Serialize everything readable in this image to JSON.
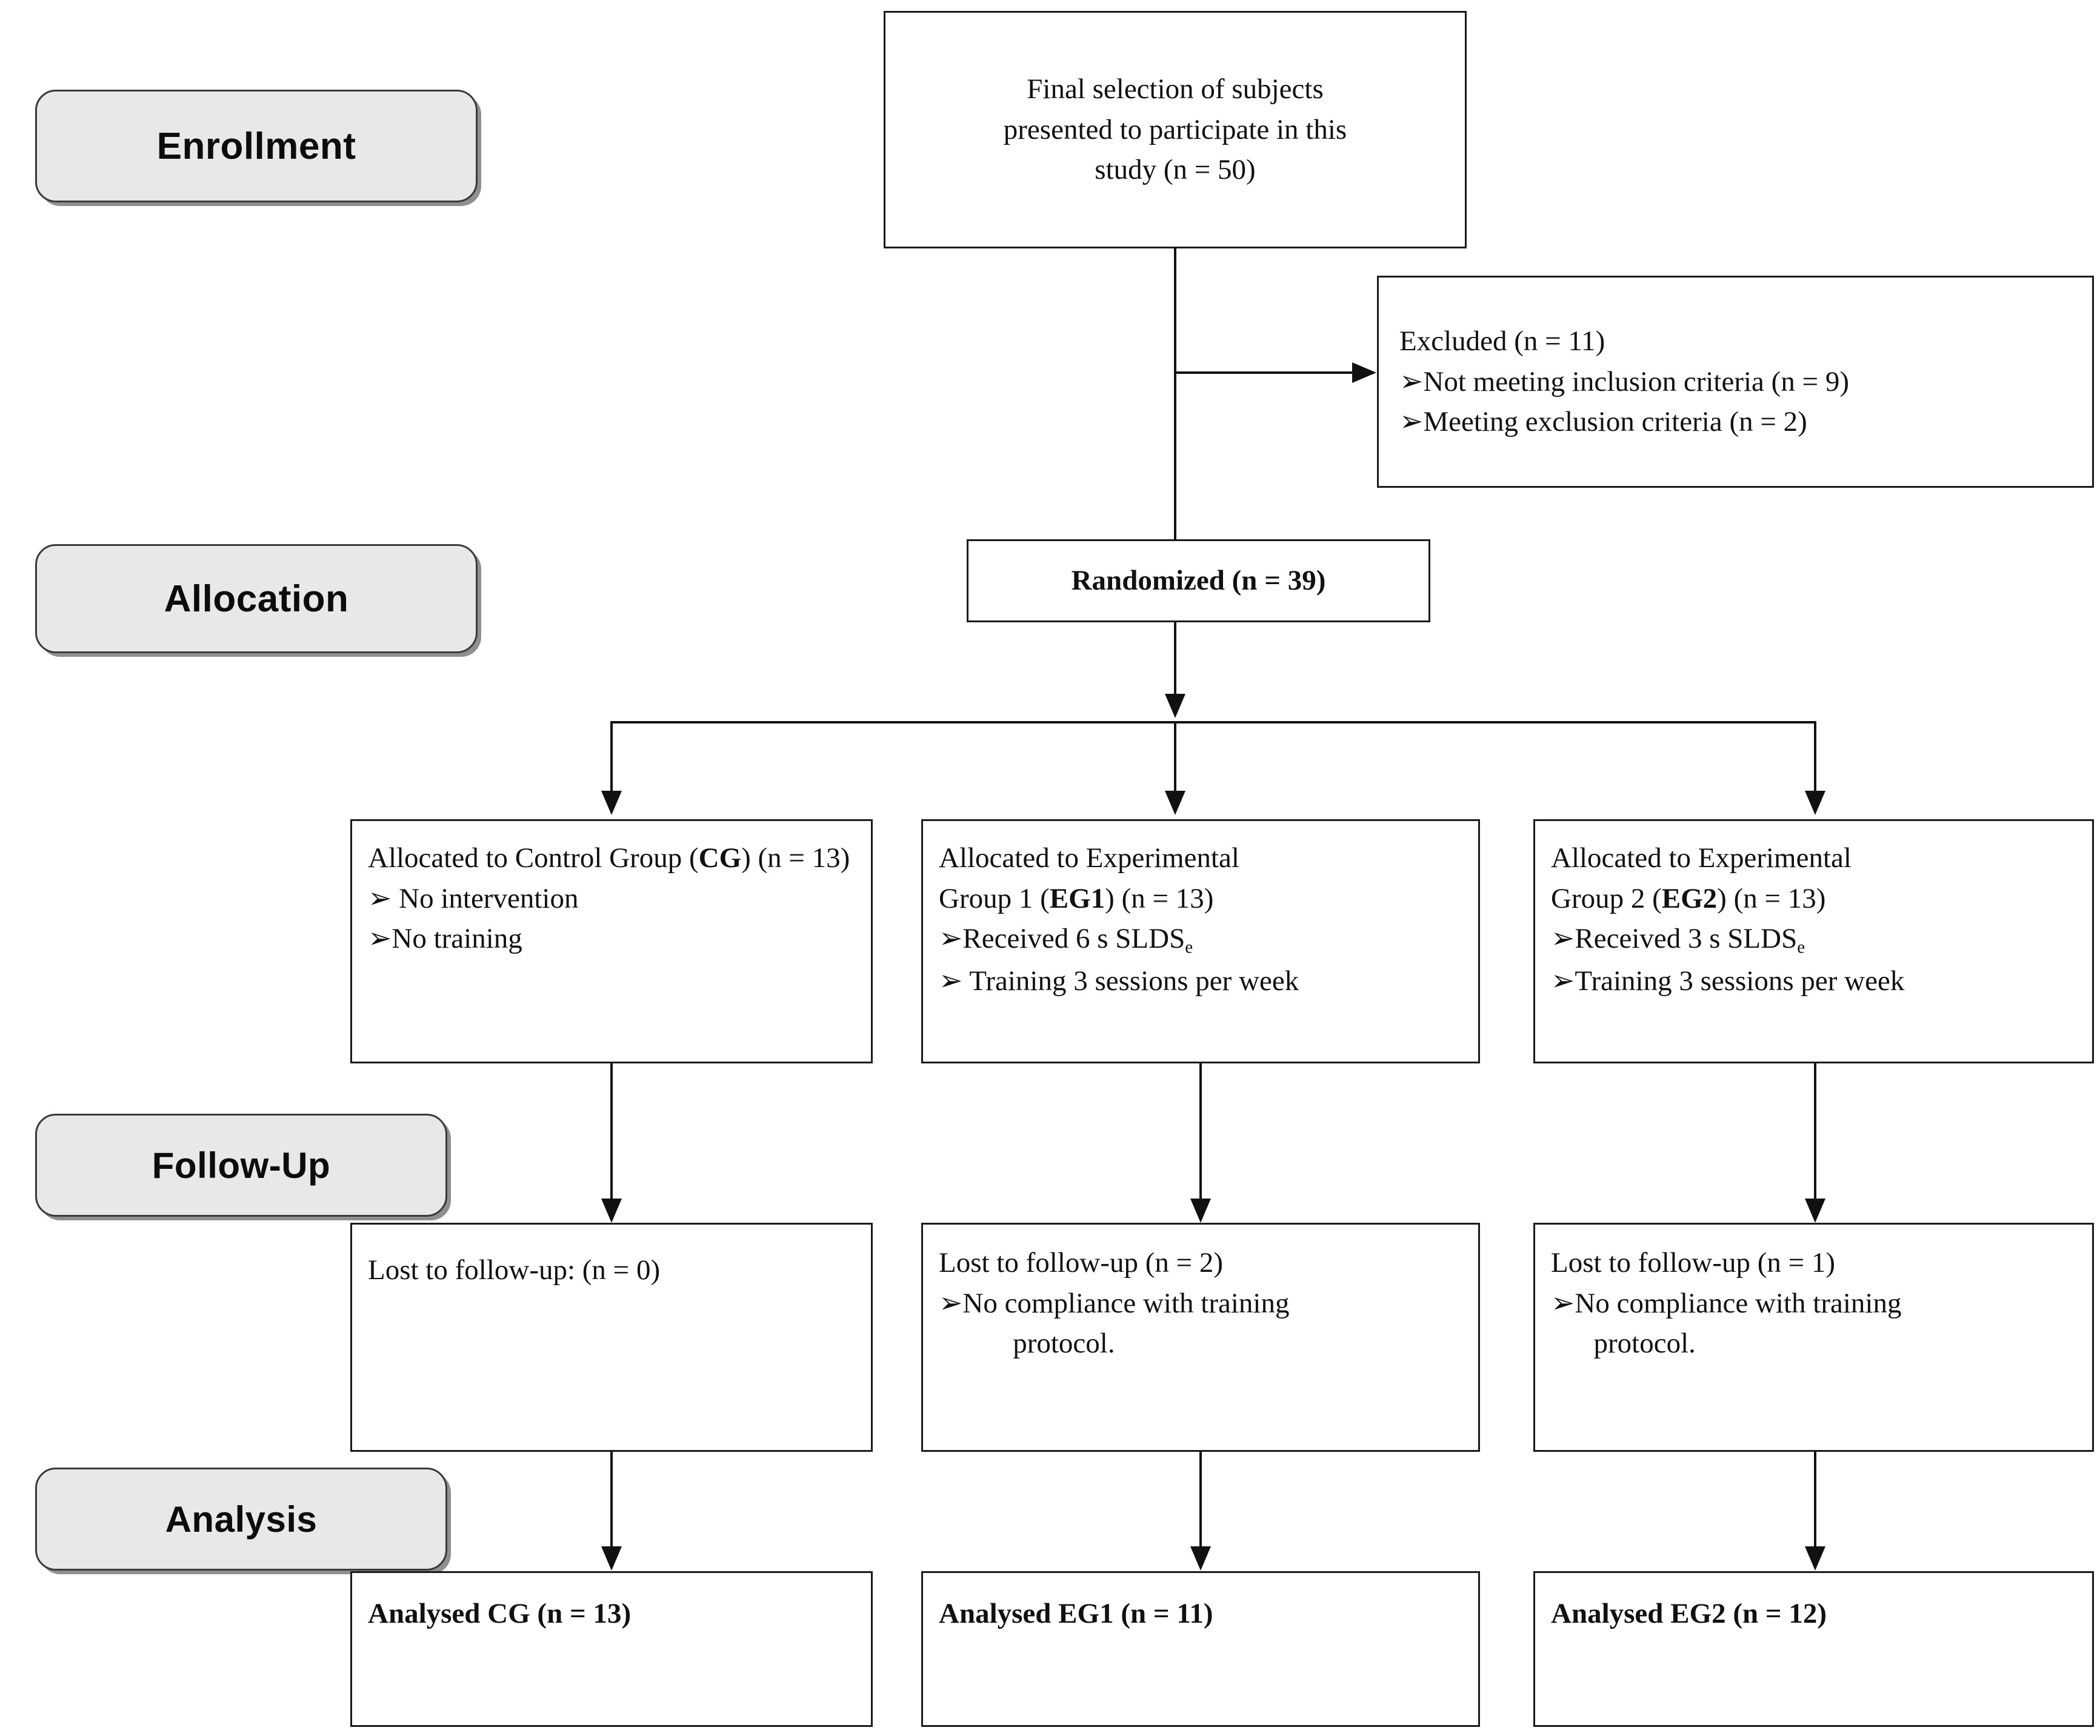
{
  "diagram": {
    "title": "CONSORT participant flow diagram",
    "phases": [
      {
        "key": "enrollment",
        "label": "Enrollment"
      },
      {
        "key": "allocation",
        "label": "Allocation"
      },
      {
        "key": "followup",
        "label": "Follow-Up"
      },
      {
        "key": "analysis",
        "label": "Analysis"
      }
    ],
    "bullet_glyph": "➢",
    "nodes": {
      "enrollment_box": {
        "lines": [
          "Final selection of subjects",
          "presented to participate in this",
          "study (n = 50)"
        ]
      },
      "excluded_box": {
        "heading": "Excluded (n = 11)",
        "bullets": [
          "Not meeting inclusion criteria (n = 9)",
          "Meeting exclusion criteria (n = 2)"
        ]
      },
      "randomized_box": {
        "text": "Randomized (n = 39)"
      },
      "alloc_cg": {
        "line1": "Allocated to Control Group",
        "line2_pre": "(",
        "line2_bold": "CG",
        "line2_post": ") (n = 13)",
        "bullets": [
          " No intervention",
          "No training"
        ]
      },
      "alloc_eg1": {
        "line1": "Allocated to Experimental",
        "line2_pre": "Group 1 (",
        "line2_bold": "EG1",
        "line2_post": ") (n = 13)",
        "bullet1_pre": "Received 6 s SLDS",
        "bullet1_sub": "e",
        "bullet2": " Training 3 sessions per week"
      },
      "alloc_eg2": {
        "line1": "Allocated to Experimental",
        "line2_pre": "Group 2 (",
        "line2_bold": "EG2",
        "line2_post": ") (n = 13)",
        "bullet1_pre": "Received 3 s SLDS",
        "bullet1_sub": "e",
        "bullet2": "Training 3 sessions per week"
      },
      "lost_cg": {
        "heading": "Lost to follow-up: (n = 0)",
        "bullets": []
      },
      "lost_eg1": {
        "heading": "Lost to follow-up (n = 2)",
        "bullet_line1": "No compliance with training",
        "bullet_line2": "protocol."
      },
      "lost_eg2": {
        "heading": "Lost to follow-up (n = 1)",
        "bullet_line1": "No compliance with training",
        "bullet_line2": "protocol."
      },
      "analysed_cg": {
        "text": "Analysed CG (n = 13)"
      },
      "analysed_eg1": {
        "text": "Analysed EG1 (n = 11)"
      },
      "analysed_eg2": {
        "text": "Analysed EG2 (n = 12)"
      }
    },
    "colors": {
      "phase_fill": "#e8e8e8",
      "phase_border": "#3a3a3a",
      "phase_shadow": "#8f8f8f",
      "box_border": "#1a1a1a",
      "line": "#111111",
      "background": "#ffffff"
    }
  }
}
